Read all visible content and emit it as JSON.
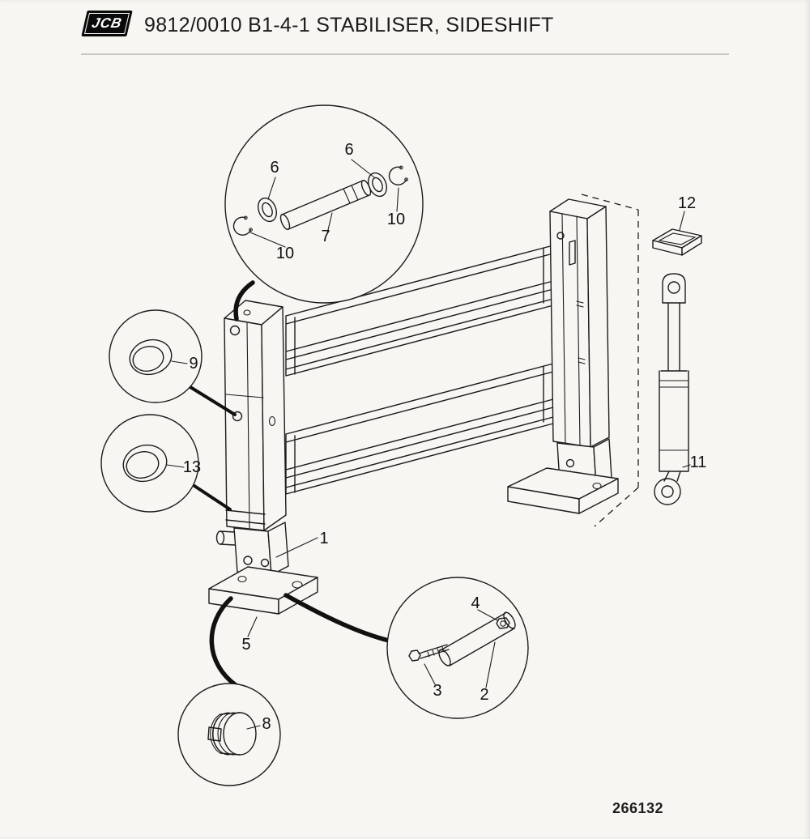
{
  "page": {
    "background_color": "#f8f6f2",
    "ink_color": "#1c1c1c"
  },
  "header": {
    "logo_text": "JCB",
    "title": "9812/0010 B1-4-1 STABILISER, SIDESHIFT"
  },
  "figure": {
    "number": "266132"
  },
  "callouts": {
    "item1": "1",
    "item2": "2",
    "item3": "3",
    "item4": "4",
    "item5": "5",
    "item6_left": "6",
    "item6_right": "6",
    "item7": "7",
    "item8": "8",
    "item9": "9",
    "item10_left": "10",
    "item10_right": "10",
    "item11": "11",
    "item12": "12",
    "item13": "13"
  }
}
